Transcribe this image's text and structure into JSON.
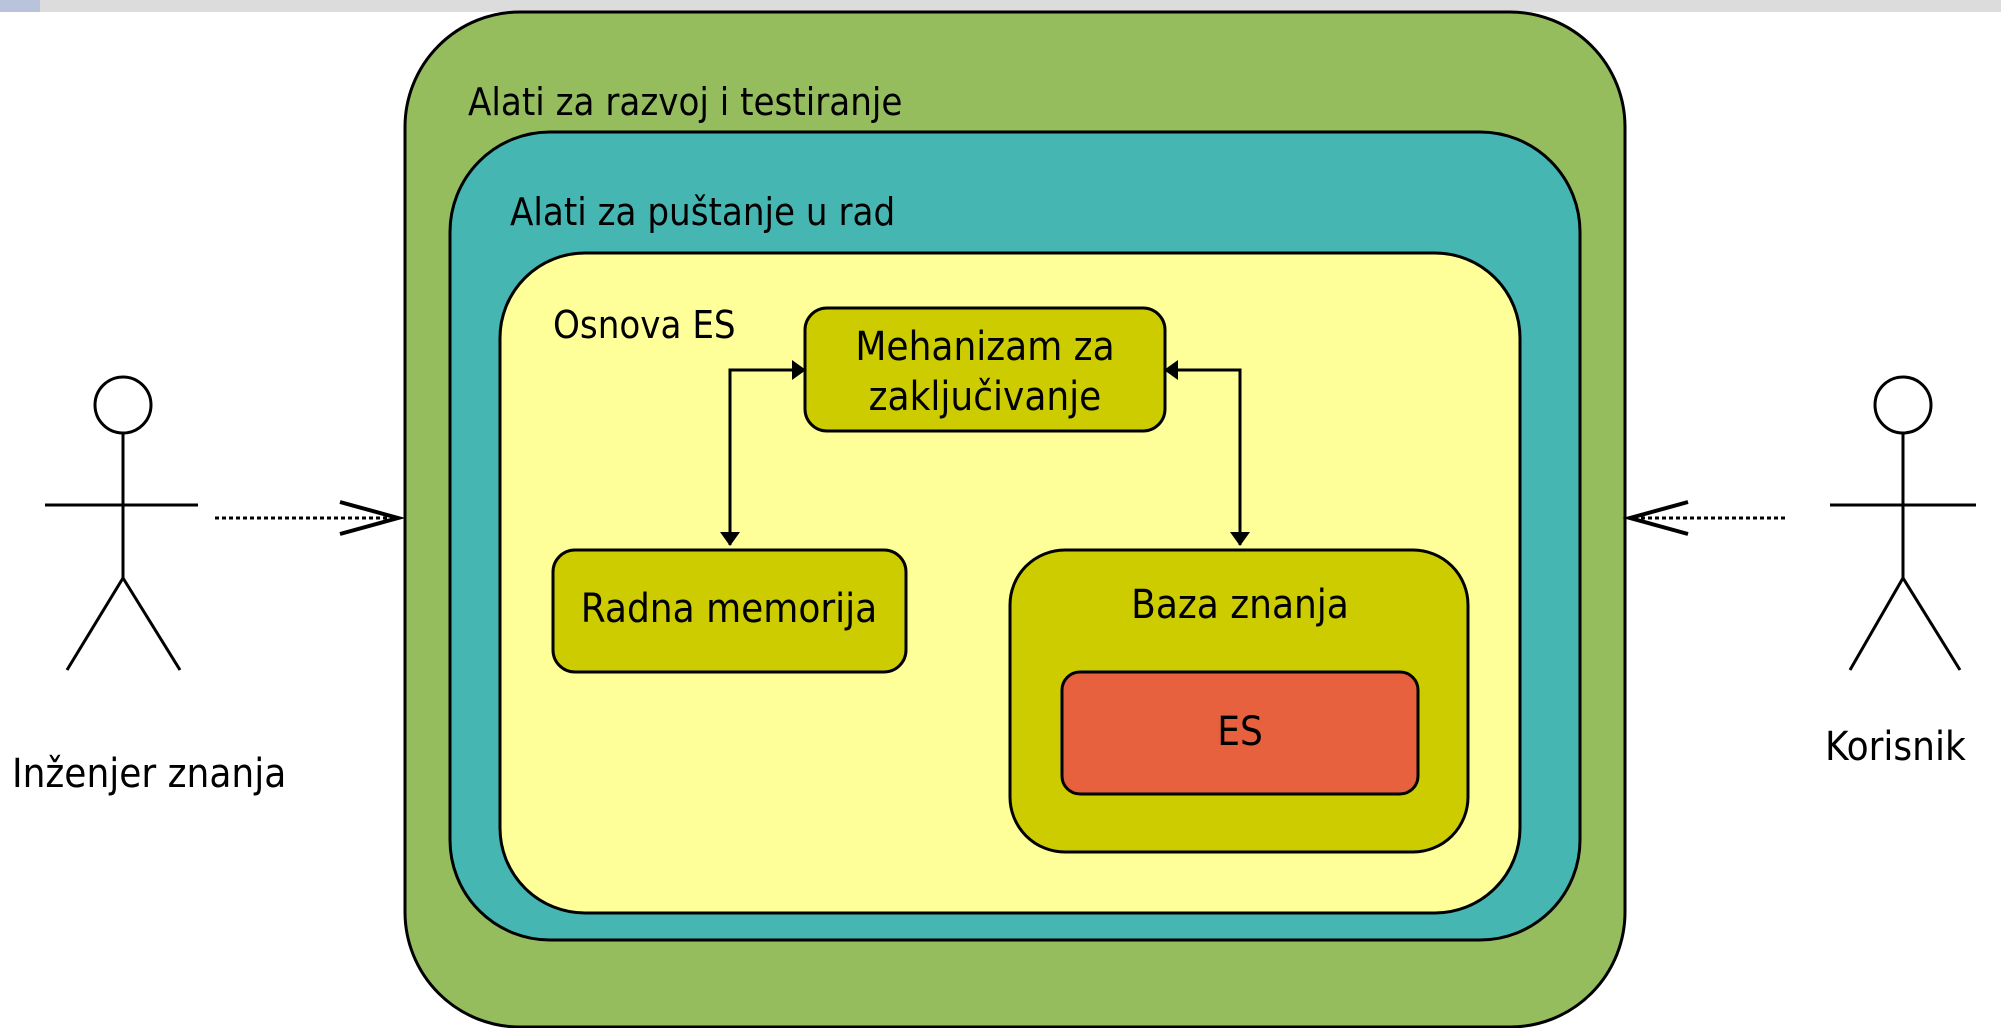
{
  "colors": {
    "outer_layer": "#95bd5e",
    "middle_layer": "#46b6b2",
    "inner_layer": "#ffff99",
    "component": "#cccc00",
    "es_block": "#e8613f",
    "top_band": "#dcdcdc",
    "top_accent": "#b9c4dc"
  },
  "layers": {
    "outer": {
      "label": "Alati za razvoj i testiranje"
    },
    "middle": {
      "label": "Alati za puštanje u rad"
    },
    "inner": {
      "label": "Osnova ES"
    }
  },
  "components": {
    "inference_engine": {
      "line1": "Mehanizam za",
      "line2": "zaključivanje"
    },
    "working_memory": {
      "label": "Radna memorija"
    },
    "knowledge_base": {
      "label": "Baza znanja"
    },
    "es_core": {
      "label": "ES"
    }
  },
  "actors": {
    "knowledge_engineer": {
      "label": "Inženjer znanja",
      "icon": "stick-figure-icon"
    },
    "user": {
      "label": "Korisnik",
      "icon": "stick-figure-icon"
    }
  }
}
